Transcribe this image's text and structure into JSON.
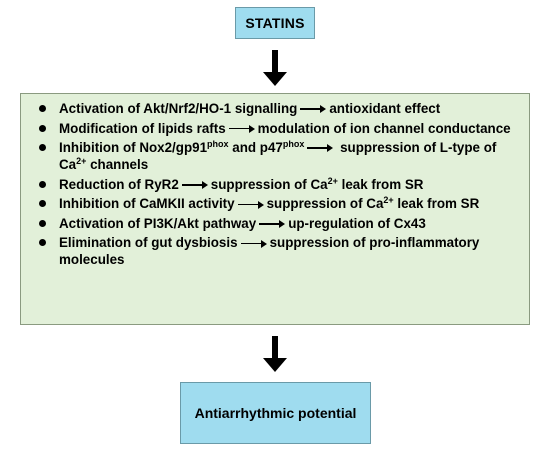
{
  "diagram": {
    "top_box": {
      "label": "STATINS"
    },
    "mechanisms": [
      {
        "cause": "Activation of Akt/Nrf2/HO-1 signalling",
        "effect": "antioxidant effect"
      },
      {
        "cause": "Modification of lipids rafts",
        "effect": "modulation of ion channel conductance"
      },
      {
        "cause_a": "Inhibition of Nox2/gp91",
        "sup_a": "phox",
        "cause_b": " and p47",
        "sup_b": "phox",
        "effect_a": "suppression of L-type of Ca",
        "effect_sup": "2+",
        "effect_b": " channels"
      },
      {
        "cause": "Reduction of RyR2",
        "effect_a": "suppression of Ca",
        "effect_sup": "2+",
        "effect_b": " leak from SR"
      },
      {
        "cause": "Inhibition of CaMKII activity",
        "effect_a": "suppression of Ca",
        "effect_sup": "2+",
        "effect_b": " leak from SR"
      },
      {
        "cause": "Activation of PI3K/Akt pathway",
        "effect": "up-regulation of Cx43"
      },
      {
        "cause": "Elimination of gut dysbiosis",
        "effect": "suppression of pro-inflammatory molecules"
      }
    ],
    "bottom_box": {
      "label": "Antiarrhythmic potential"
    }
  }
}
